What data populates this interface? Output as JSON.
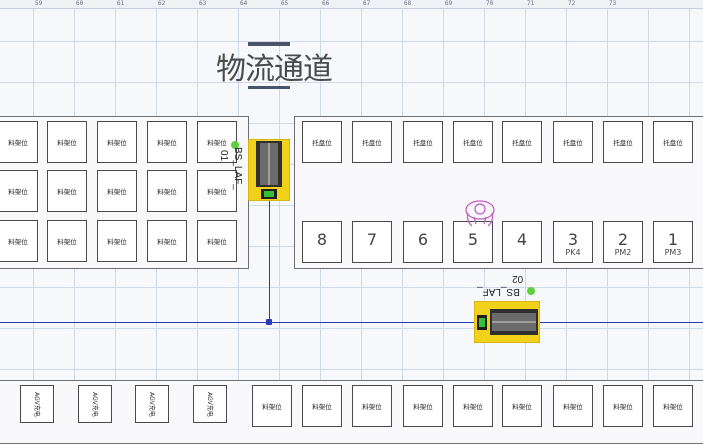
{
  "ruler": {
    "ticks": [
      "59",
      "60",
      "61",
      "62",
      "63",
      "64",
      "65",
      "66",
      "67",
      "68",
      "69",
      "70",
      "71",
      "72",
      "73"
    ]
  },
  "title": "物流通道",
  "zone_left": {
    "rows": [
      [
        "料架位",
        "料架位",
        "料架位",
        "料架位",
        "料架位"
      ],
      [
        "料架位",
        "料架位",
        "料架位",
        "料架位",
        "料架位"
      ],
      [
        "料架位",
        "料架位",
        "料架位",
        "料架位",
        "料架位"
      ]
    ]
  },
  "zone_right": {
    "top_rows": [
      [
        "托盘位",
        "托盘位",
        "托盘位",
        "托盘位",
        "托盘位",
        "托盘位",
        "托盘位",
        "托盘位"
      ]
    ],
    "stations": [
      {
        "num": "8",
        "sub": ""
      },
      {
        "num": "7",
        "sub": ""
      },
      {
        "num": "6",
        "sub": ""
      },
      {
        "num": "5",
        "sub": ""
      },
      {
        "num": "4",
        "sub": ""
      },
      {
        "num": "3",
        "sub": "PK4"
      },
      {
        "num": "2",
        "sub": "PM2"
      },
      {
        "num": "1",
        "sub": "PM3"
      }
    ]
  },
  "robots": {
    "robot1": {
      "label": "BS_LAF_",
      "id": "01"
    },
    "robot2": {
      "label": "BS_LAF_",
      "id": "02"
    }
  },
  "bottom_row": {
    "agv": [
      "AGV充电",
      "AGV充电",
      "AGV充电",
      "AGV充电"
    ],
    "racks": [
      "料架位",
      "料架位",
      "料架位",
      "料架位",
      "料架位",
      "料架位",
      "料架位",
      "料架位",
      "料架位"
    ]
  },
  "colors": {
    "robot_yellow": "#f2d11b",
    "path_blue": "#2b3bb5",
    "status_green": "#5bd13c",
    "person_pink": "#c15cc9"
  }
}
